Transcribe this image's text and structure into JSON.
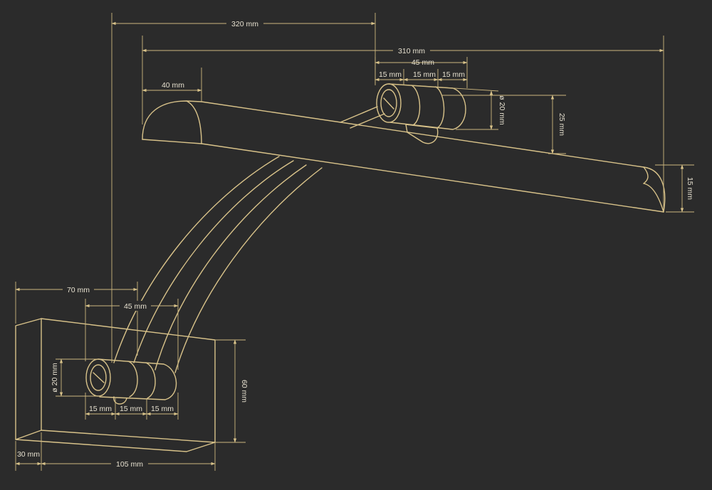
{
  "colors": {
    "background": "#2b2b2b",
    "line": "#d9c38a",
    "text": "#e6e0cf"
  },
  "dimensions": {
    "d320": "320 mm",
    "d310": "310 mm",
    "d40": "40 mm",
    "d45_top": "45 mm",
    "d15_top_1": "15 mm",
    "d15_top_2": "15 mm",
    "d15_top_3": "15 mm",
    "d20_top": "ø 20 mm",
    "d25": "25 mm",
    "d15_right": "15 mm",
    "d70": "70 mm",
    "d45_bottom": "45 mm",
    "d20_bottom": "ø 20 mm",
    "d15_bot_1": "15 mm",
    "d15_bot_2": "15 mm",
    "d15_bot_3": "15 mm",
    "d60": "60 mm",
    "d30": "30 mm",
    "d105": "105 mm"
  }
}
